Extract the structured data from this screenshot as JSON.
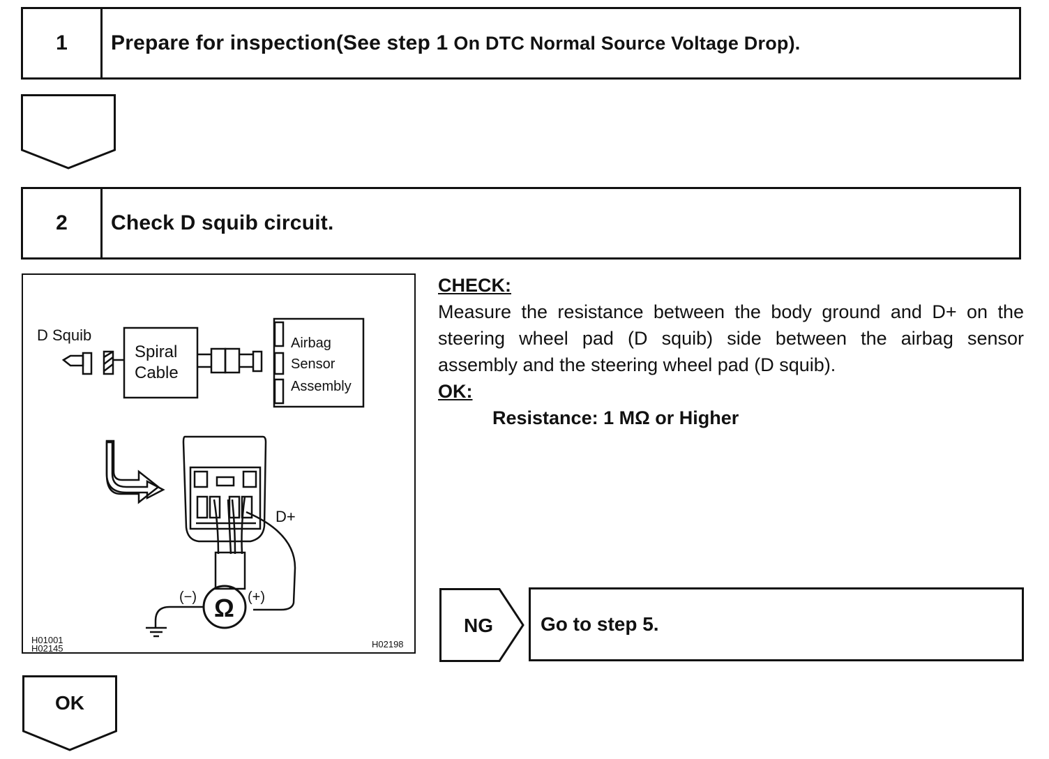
{
  "step1": {
    "number": "1",
    "title_main": "Prepare for inspection(See step 1",
    "title_ref": "On DTC Normal Source Voltage Drop)."
  },
  "step2": {
    "number": "2",
    "title": "Check D squib circuit."
  },
  "figure": {
    "label_d_squib": "D Squib",
    "label_spiral": "Spiral",
    "label_cable": "Cable",
    "label_airbag": "Airbag",
    "label_sensor": "Sensor",
    "label_assembly": "Assembly",
    "label_dplus": "D+",
    "label_minus": "(−)",
    "label_plus": "(+)",
    "label_ohm": "Ω",
    "code_left_1": "H01001",
    "code_left_2": "H02145",
    "code_right": "H02198"
  },
  "check": {
    "heading": "CHECK:",
    "body": "Measure the resistance between the body ground and D+ on the steering wheel pad (D squib) side between the airbag sensor assembly and the steering wheel pad (D squib).",
    "ok_heading": "OK:",
    "spec": "Resistance: 1 MΩ or Higher"
  },
  "ng": {
    "label": "NG",
    "result": "Go to step 5."
  },
  "ok_arrow": {
    "label": "OK"
  }
}
